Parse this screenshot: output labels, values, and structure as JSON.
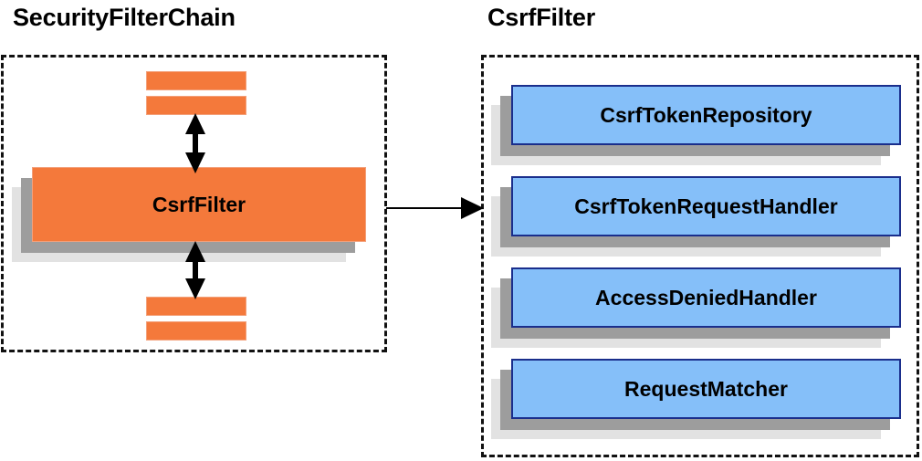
{
  "diagram": {
    "title_left": "SecurityFilterChain",
    "title_right": "CsrfFilter",
    "colors": {
      "orange_fill": "#f4793b",
      "orange_border": "#f3a07a",
      "blue_fill": "#85bff9",
      "blue_border": "#1a2e8c",
      "shadow_near": "#9d9d9d",
      "shadow_far": "#e2e2e2",
      "line": "#000000",
      "group_border": "#111111",
      "background": "#ffffff"
    }
  },
  "left_panel": {
    "title": "SecurityFilterChain",
    "main_box": {
      "label": "CsrfFilter"
    },
    "filter_bars": [
      {
        "label": "",
        "position": "above-1"
      },
      {
        "label": "",
        "position": "above-2"
      },
      {
        "label": "",
        "position": "below-1"
      },
      {
        "label": "",
        "position": "below-2"
      }
    ],
    "arrows": [
      {
        "name": "arrow-up-down-top",
        "direction": "bidirectional",
        "orientation": "vertical"
      },
      {
        "name": "arrow-up-down-bottom",
        "direction": "bidirectional",
        "orientation": "vertical"
      }
    ]
  },
  "right_panel": {
    "title": "CsrfFilter",
    "components": [
      {
        "label": "CsrfTokenRepository"
      },
      {
        "label": "CsrfTokenRequestHandler"
      },
      {
        "label": "AccessDeniedHandler"
      },
      {
        "label": "RequestMatcher"
      }
    ]
  },
  "connector": {
    "name": "left-to-right-arrow",
    "direction": "right",
    "from": "SecurityFilterChain",
    "to": "CsrfFilter"
  }
}
